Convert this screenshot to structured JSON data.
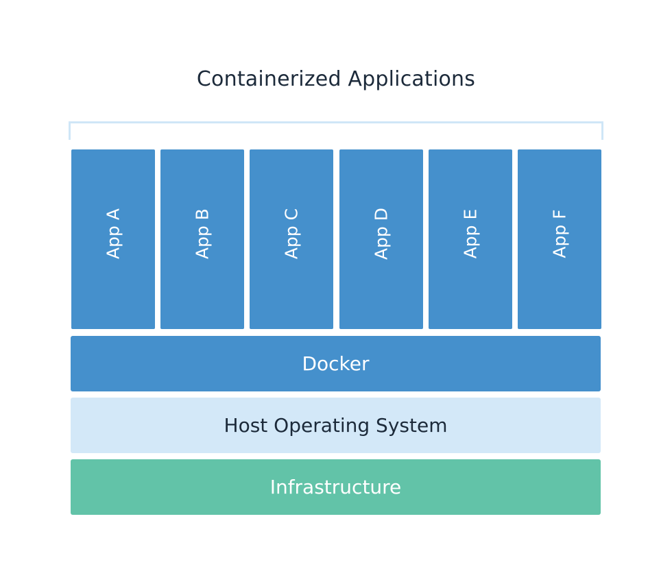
{
  "diagram": {
    "title": "Containerized Applications",
    "apps": [
      {
        "label": "App A"
      },
      {
        "label": "App B"
      },
      {
        "label": "App C"
      },
      {
        "label": "App D"
      },
      {
        "label": "App E"
      },
      {
        "label": "App F"
      }
    ],
    "layers": {
      "docker": "Docker",
      "host": "Host Operating System",
      "infrastructure": "Infrastructure"
    },
    "colors": {
      "app_blue": "#4590cc",
      "docker_blue": "#4590cc",
      "host_light_blue": "#d3e8f8",
      "infrastructure_green": "#62c3a8",
      "bracket_light_blue": "#cfe6f7",
      "title_text": "#1c2a3a"
    }
  }
}
